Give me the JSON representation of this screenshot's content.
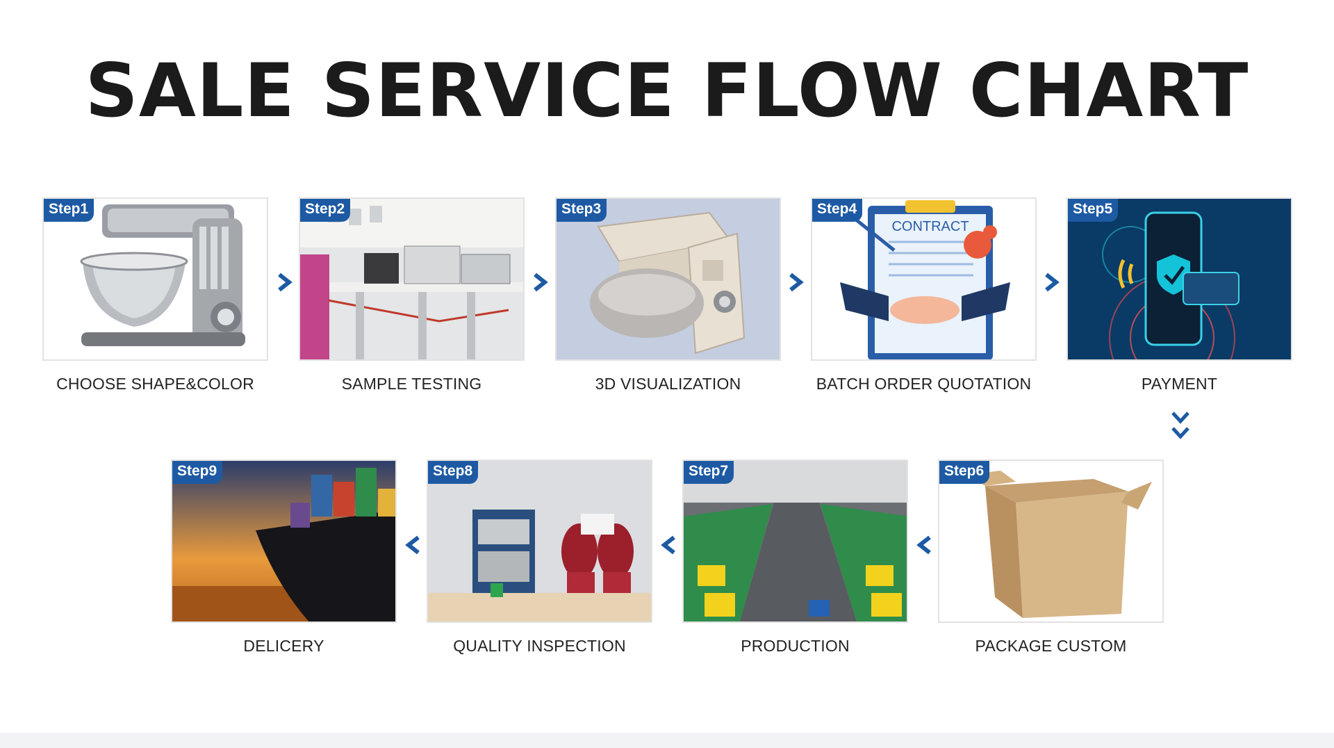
{
  "title": "SALE SERVICE FLOW CHART",
  "accent_color": "#1d5aa3",
  "steps": [
    {
      "badge": "Step1",
      "label": "CHOOSE SHAPE&COLOR",
      "image": "stand-mixer-silver"
    },
    {
      "badge": "Step2",
      "label": "SAMPLE TESTING",
      "image": "lab-testing-bench"
    },
    {
      "badge": "Step3",
      "label": "3D VISUALIZATION",
      "image": "3d-mixer-render"
    },
    {
      "badge": "Step4",
      "label": "BATCH ORDER QUOTATION",
      "image": "contract-handshake",
      "image_text": "CONTRACT"
    },
    {
      "badge": "Step5",
      "label": "PAYMENT",
      "image": "mobile-payment"
    },
    {
      "badge": "Step6",
      "label": "PACKAGE CUSTOM",
      "image": "cardboard-box"
    },
    {
      "badge": "Step7",
      "label": "PRODUCTION",
      "image": "factory-production-line"
    },
    {
      "badge": "Step8",
      "label": "QUALITY INSPECTION",
      "image": "quality-inspection-mixers"
    },
    {
      "badge": "Step9",
      "label": "DELICERY",
      "image": "cargo-ship"
    }
  ]
}
